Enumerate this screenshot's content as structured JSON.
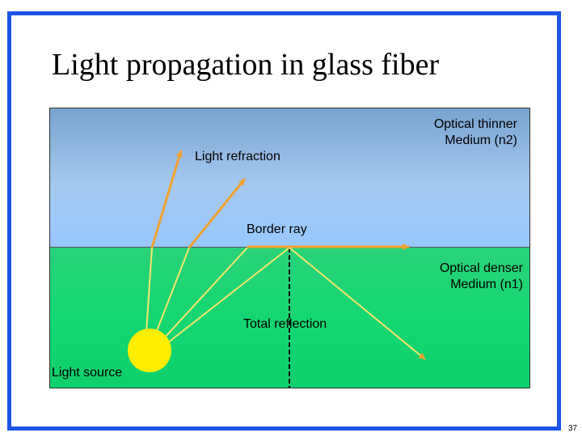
{
  "slide": {
    "title": "Light propagation in glass fiber",
    "page_number": "37"
  },
  "diagram": {
    "labels": {
      "thinner_line1": "Optical thinner",
      "thinner_line2": "Medium (n2)",
      "refraction": "Light refraction",
      "border_ray": "Border ray",
      "denser_line1": "Optical denser",
      "denser_line2": "Medium (n1)",
      "total_reflection": "Total reflection",
      "light_source": "Light source"
    },
    "colors": {
      "frame": "#1c55e6",
      "upper_medium": "#a5c8ef",
      "lower_medium": "#14d673",
      "ray_refracted": "#f0a030",
      "ray_inner": "#f5e66a",
      "source": "#ffee00"
    }
  }
}
